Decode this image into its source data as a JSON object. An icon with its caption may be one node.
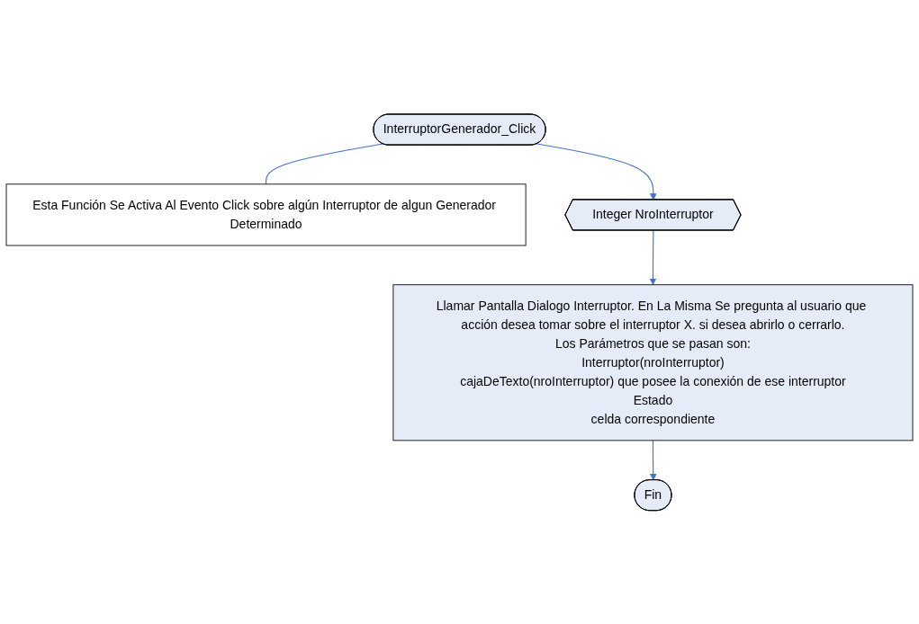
{
  "diagram": {
    "nodes": [
      {
        "text": [
          "InterruptorGenerador_Click"
        ]
      },
      {
        "text": [
          "Esta Función Se Activa Al Evento Click sobre algún Interruptor de algun Generador Determinado"
        ]
      },
      {
        "text": [
          "Integer NroInterruptor"
        ]
      },
      {
        "text": [
          "Llamar Pantalla Dialogo Interruptor. En La Misma Se pregunta al usuario que acción desea tomar sobre el interruptor X. si desea abrirlo o cerrarlo.",
          "Los Parámetros que se pasan son:",
          "Interruptor(nroInterruptor)",
          "cajaDeTexto(nroInterruptor) que posee la conexión de ese interruptor",
          "Estado",
          "celda correspondiente"
        ]
      },
      {
        "text": [
          "Fin"
        ]
      }
    ],
    "edges": [
      {
        "from": 0,
        "to": 1,
        "arrow": "none"
      },
      {
        "from": 0,
        "to": 2,
        "arrow": "to"
      },
      {
        "from": 2,
        "to": 3,
        "arrow": "to"
      },
      {
        "from": 3,
        "to": 4,
        "arrow": "to"
      }
    ]
  }
}
